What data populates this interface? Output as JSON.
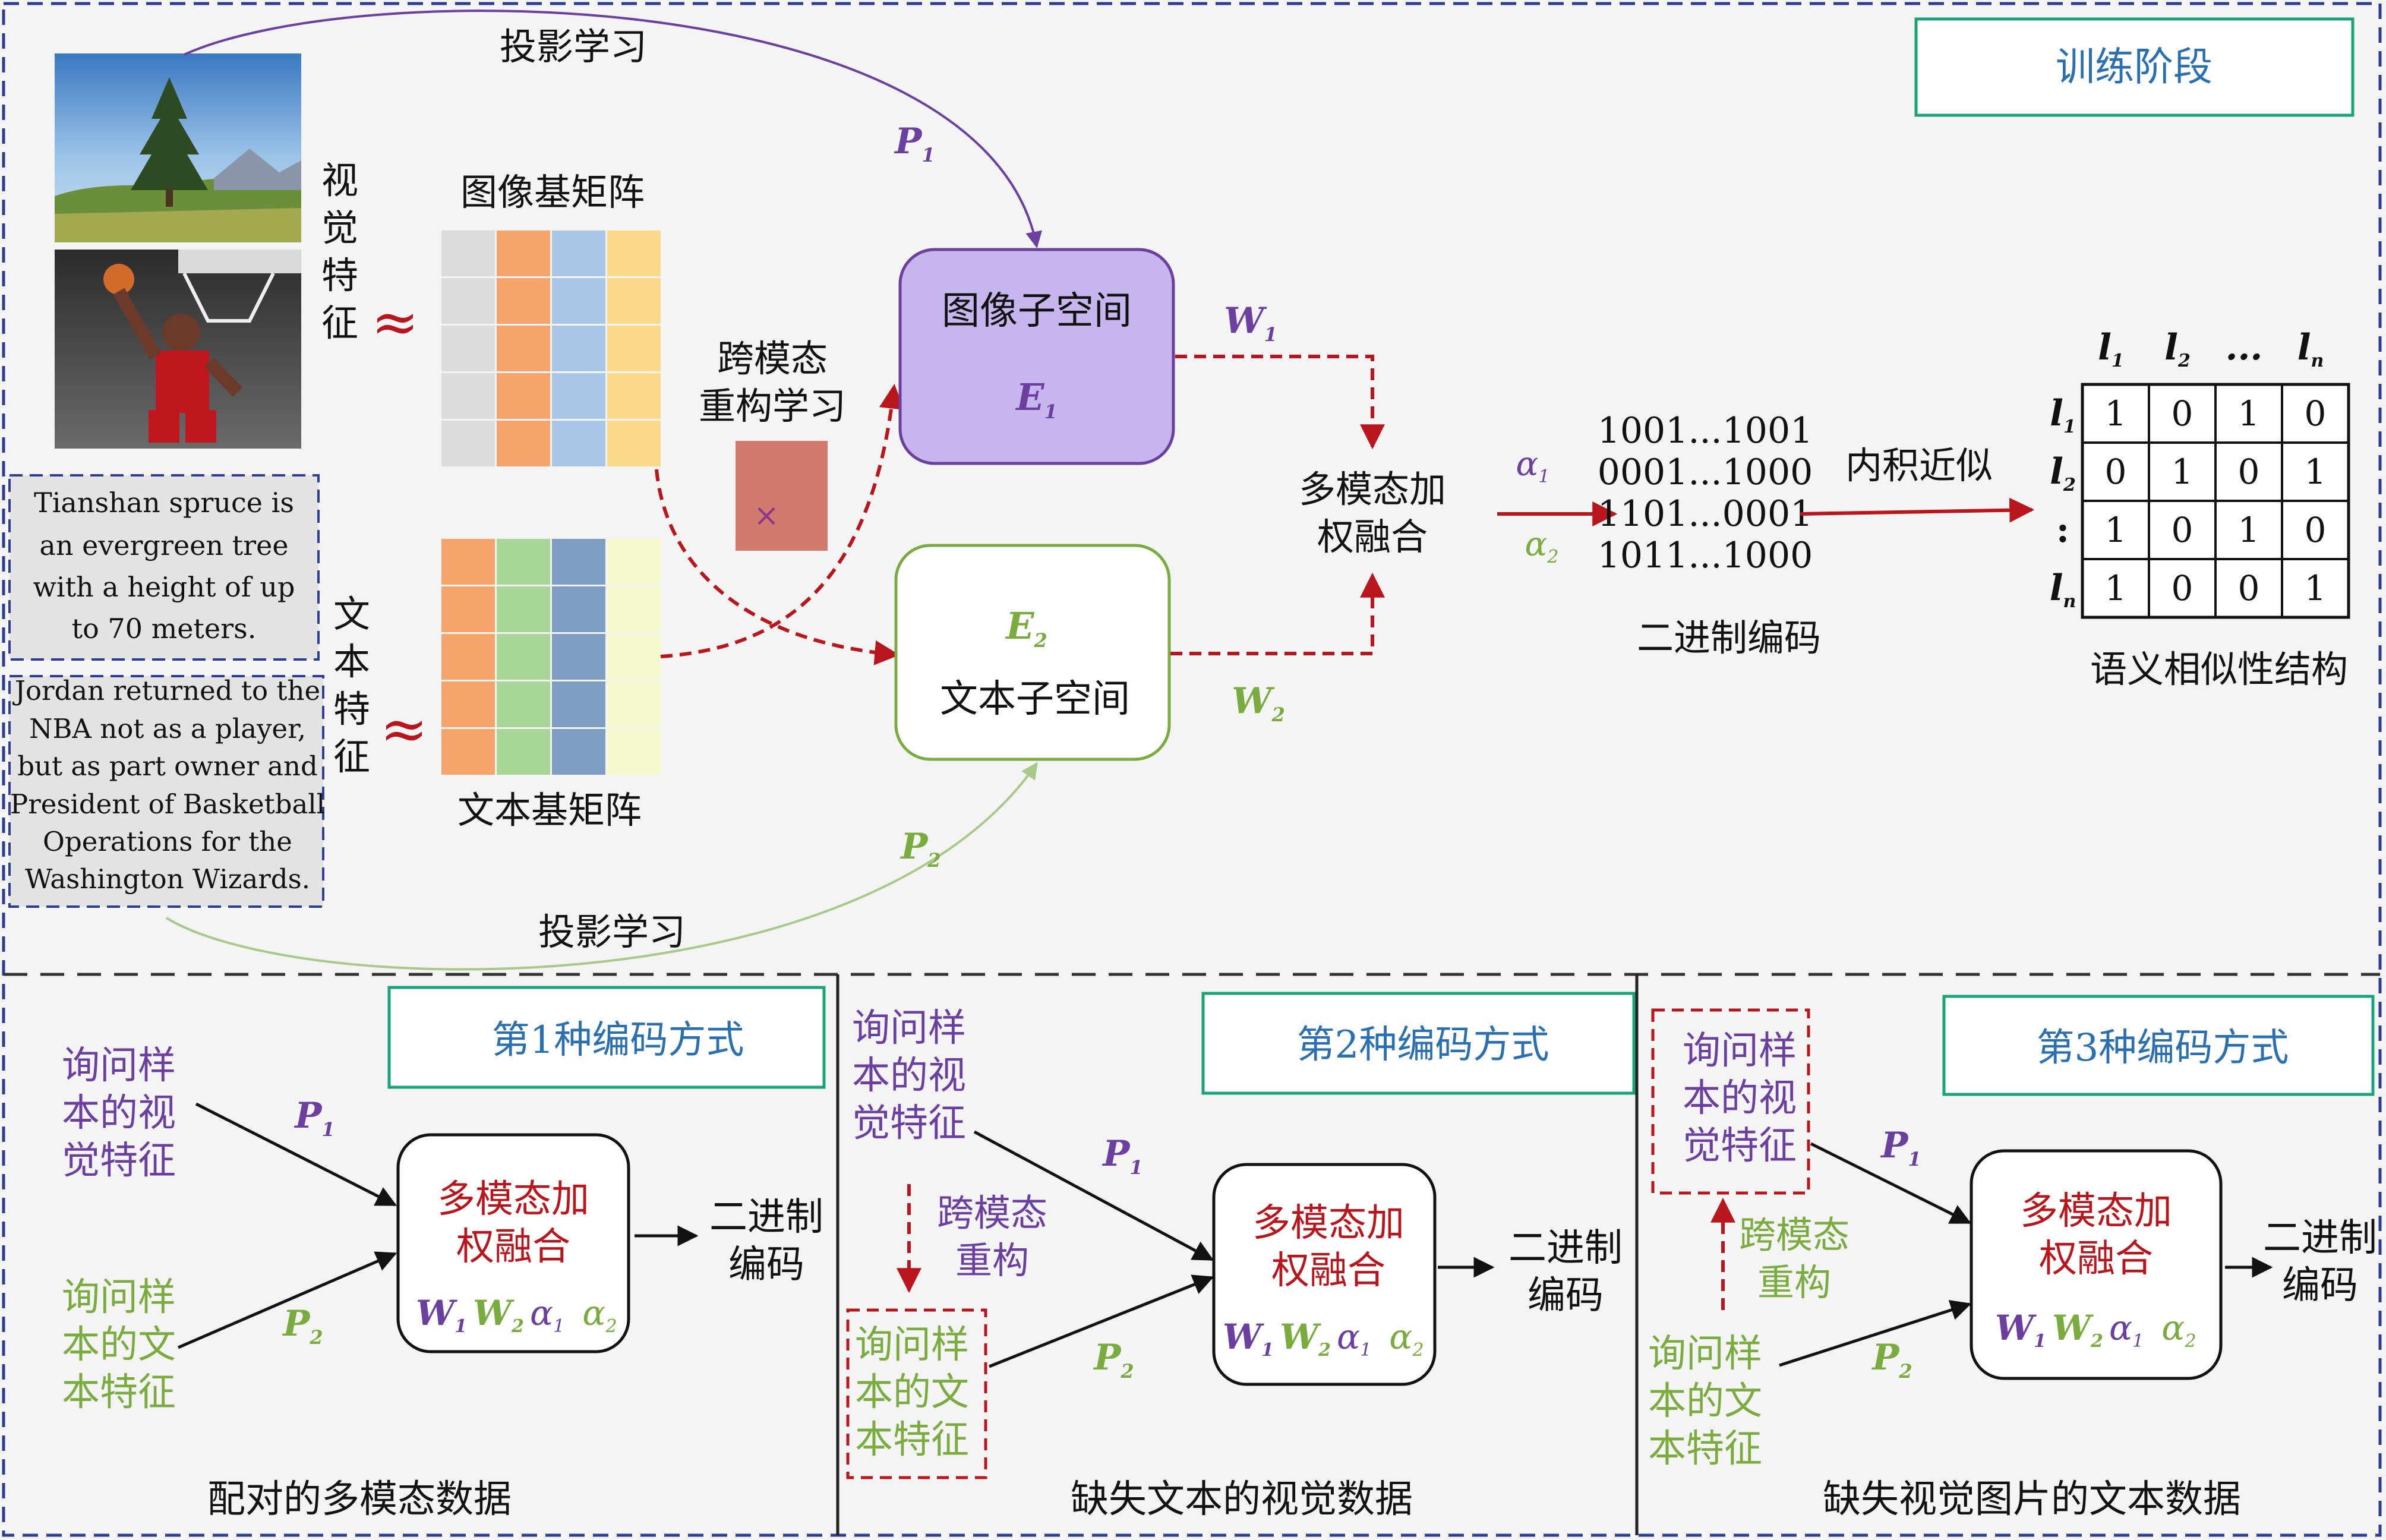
{
  "colors": {
    "bg": "#f4f4f4",
    "purple": "#6b3fa0",
    "green": "#7aab3e",
    "red": "#b8161c",
    "teal": "#1aa37a",
    "blue_text": "#2a6fb0",
    "navy_dash": "#2d3d8f"
  },
  "train": {
    "stage_label": "训练阶段",
    "visual_feature_label": [
      "视",
      "觉",
      "特",
      "征"
    ],
    "text_feature_label": [
      "文",
      "本",
      "特",
      "征"
    ],
    "image_basis_label": "图像基矩阵",
    "text_basis_label": "文本基矩阵",
    "projection_top": "投影学习",
    "projection_bottom": "投影学习",
    "cross_modal_line1": "跨模态",
    "cross_modal_line2": "重构学习",
    "cross_symbol": "×",
    "image_subspace": "图像子空间",
    "text_subspace": "文本子空间",
    "E1": "E",
    "E1_sub": "1",
    "E2": "E",
    "E2_sub": "2",
    "P1": "P",
    "P1_sub": "1",
    "P2": "P",
    "P2_sub": "2",
    "W1": "W",
    "W1_sub": "1",
    "W2": "W",
    "W2_sub": "2",
    "fusion_line1": "多模态加",
    "fusion_line2": "权融合",
    "alpha1": "α",
    "alpha1_sub": "1",
    "alpha2": "α",
    "alpha2_sub": "2",
    "binary_codes": [
      "1001...1001",
      "0001...1000",
      "1101...0001",
      "1011...1000"
    ],
    "binary_label": "二进制编码",
    "inner_product": "内积近似",
    "similarity_label": "语义相似性结构",
    "matrix_col_headers": [
      "l",
      "l",
      "...",
      "l"
    ],
    "matrix_col_subs": [
      "1",
      "2",
      "",
      "n"
    ],
    "matrix_row_headers": [
      "l",
      "l",
      ":",
      "l"
    ],
    "matrix_row_subs": [
      "1",
      "2",
      "",
      "n"
    ],
    "matrix": [
      [
        "1",
        "0",
        "1",
        "0"
      ],
      [
        "0",
        "1",
        "0",
        "1"
      ],
      [
        "1",
        "0",
        "1",
        "0"
      ],
      [
        "1",
        "0",
        "0",
        "1"
      ]
    ],
    "text_sample_1": [
      "Tianshan spruce is",
      "an evergreen tree",
      "with a height of up",
      "to 70 meters."
    ],
    "text_sample_2": [
      "Jordan returned to the",
      "NBA not as a player,",
      "but as part owner and",
      "President of Basketball",
      "Operations for the",
      "Washington Wizards."
    ],
    "approx_symbol": "≈"
  },
  "panels": [
    {
      "title": "第1种编码方式",
      "visual_query": [
        "询问样",
        "本的视",
        "觉特征"
      ],
      "text_query": [
        "询问样",
        "本的文",
        "本特征"
      ],
      "fusion": [
        "多模态加",
        "权融合"
      ],
      "output": [
        "二进制",
        "编码"
      ],
      "caption": "配对的多模态数据"
    },
    {
      "title": "第2种编码方式",
      "visual_query": [
        "询问样",
        "本的视",
        "觉特征"
      ],
      "text_query": [
        "询问样",
        "本的文",
        "本特征"
      ],
      "recon": [
        "跨模态",
        "重构"
      ],
      "fusion": [
        "多模态加",
        "权融合"
      ],
      "output": [
        "二进制",
        "编码"
      ],
      "caption": "缺失文本的视觉数据"
    },
    {
      "title": "第3种编码方式",
      "visual_query": [
        "询问样",
        "本的视",
        "觉特征"
      ],
      "text_query": [
        "询问样",
        "本的文",
        "本特征"
      ],
      "recon": [
        "跨模态",
        "重构"
      ],
      "fusion": [
        "多模态加",
        "权融合"
      ],
      "output": [
        "二进制",
        "编码"
      ],
      "caption": "缺失视觉图片的文本数据"
    }
  ]
}
